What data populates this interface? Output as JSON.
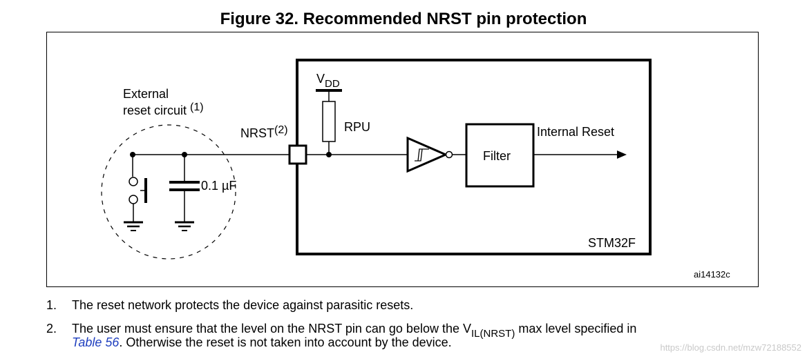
{
  "title": "Figure 32. Recommended NRST pin protection",
  "labels": {
    "external_line1": "External",
    "external_line2": "reset circuit",
    "external_sup": "(1)",
    "cap_value": "0.1 µF",
    "nrst": "NRST",
    "nrst_sup": "(2)",
    "vdd_main": "V",
    "vdd_sub": "DD",
    "rpu": "RPU",
    "filter": "Filter",
    "internal_reset": "Internal Reset",
    "chip": "STM32F",
    "figure_id": "ai14132c"
  },
  "notes": [
    {
      "number": "1.",
      "text": "The reset network protects the device against parasitic resets."
    },
    {
      "number": "2.",
      "text_a": "The user must ensure that the level on the NRST pin can go below the V",
      "text_sub": "IL(NRST)",
      "text_b": " max level specified in",
      "link": "Table 56",
      "text_c": ". Otherwise the reset is not taken into account by the device."
    }
  ],
  "watermark": "https://blog.csdn.net/mzw72188552"
}
